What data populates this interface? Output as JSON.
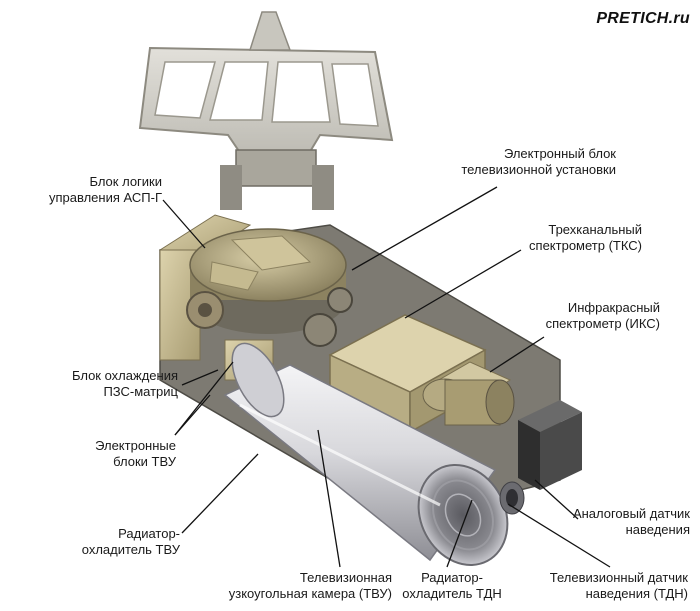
{
  "brand": "PRETICH.ru",
  "colors": {
    "leader": "#111111",
    "frame": "#d2d0c8",
    "frame_edge": "#8d8a80",
    "box_tan": "#c9bd93",
    "box_tan_dark": "#9a8e66",
    "cylinder_light": "#e8e8ea",
    "cylinder_dark": "#9c9ca2",
    "dark_box": "#3e3e3e"
  },
  "labels": {
    "logic_block": [
      "Блок логики",
      "управления АСП-Г"
    ],
    "tv_electronics_block": [
      "Электронный блок",
      "телевизионной установки"
    ],
    "tks": [
      "Трехканальный",
      "спектрометр (ТКС)"
    ],
    "iks": [
      "Инфракрасный",
      "спектрометр (ИКС)"
    ],
    "ccd_cooling": [
      "Блок охлаждения",
      "ПЗС-матриц"
    ],
    "tvu_electronics": [
      "Электронные",
      "блоки ТВУ"
    ],
    "tvu_radiator": [
      "Радиатор-",
      "охладитель ТВУ"
    ],
    "analog_sensor": [
      "Аналоговый датчик",
      "наведения"
    ],
    "tv_camera": [
      "Телевизионная",
      "узкоугольная камера (ТВУ)"
    ],
    "tdn_radiator": [
      "Радиатор-",
      "охладитель ТДН"
    ],
    "tv_sensor": [
      "Телевизионный датчик",
      "наведения (ТДН)"
    ]
  }
}
